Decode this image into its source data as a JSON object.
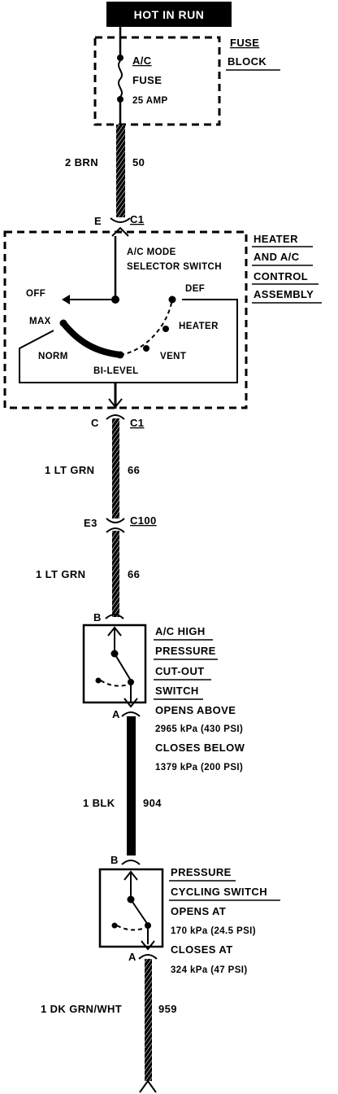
{
  "header": {
    "title": "HOT IN RUN"
  },
  "fuse_block": {
    "label_line1": "FUSE",
    "label_line2": "BLOCK",
    "fuse_name_line1": "A/C",
    "fuse_name_line2": "FUSE",
    "fuse_rating": "25 AMP"
  },
  "wire_fuse_to_control": {
    "gauge_color": "2 BRN",
    "circuit": "50"
  },
  "connector_top": {
    "pin": "E",
    "name": "C1"
  },
  "control_assembly": {
    "label_line1": "HEATER",
    "label_line2": "AND A/C",
    "label_line3": "CONTROL",
    "label_line4": "ASSEMBLY",
    "switch_line1": "A/C MODE",
    "switch_line2": "SELECTOR SWITCH",
    "positions": {
      "off": "OFF",
      "def": "DEF",
      "max": "MAX",
      "heater": "HEATER",
      "norm": "NORM",
      "vent": "VENT",
      "bilevel": "BI-LEVEL"
    }
  },
  "connector_bottom": {
    "pin": "C",
    "name": "C1"
  },
  "wire_control_to_c100": {
    "gauge_color": "1 LT GRN",
    "circuit": "66"
  },
  "connector_c100": {
    "pin": "E3",
    "name": "C100"
  },
  "wire_c100_to_high": {
    "gauge_color": "1  LT GRN",
    "circuit": "66"
  },
  "high_pressure_switch": {
    "pin_top": "B",
    "pin_bottom": "A",
    "name_line1": "A/C HIGH",
    "name_line2": "PRESSURE",
    "name_line3": "CUT-OUT",
    "name_line4": "SWITCH",
    "spec_line1": "OPENS ABOVE",
    "spec_line2": "2965 kPa (430 PSI)",
    "spec_line3": "CLOSES BELOW",
    "spec_line4": "1379 kPa (200 PSI)"
  },
  "wire_high_to_cycling": {
    "gauge_color": "1 BLK",
    "circuit": "904"
  },
  "cycling_switch": {
    "pin_top": "B",
    "pin_bottom": "A",
    "name_line1": "PRESSURE",
    "name_line2": "CYCLING SWITCH",
    "spec_line1": "OPENS AT",
    "spec_line2": "170 kPa (24.5 PSI)",
    "spec_line3": "CLOSES AT",
    "spec_line4": "324 kPa (47 PSI)"
  },
  "wire_cycling_out": {
    "gauge_color": "1 DK GRN/WHT",
    "circuit": "959"
  }
}
